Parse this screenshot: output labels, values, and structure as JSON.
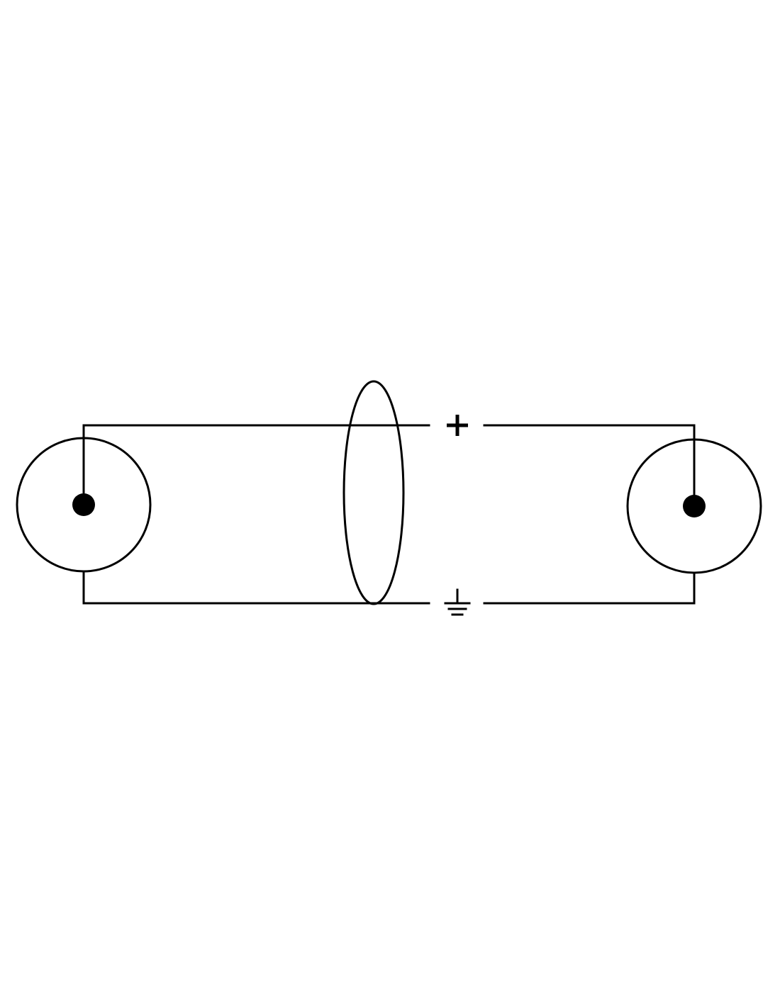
{
  "diagram": {
    "type": "coaxial-cable-wiring",
    "connectors": [
      {
        "id": "left",
        "icon": "coaxial-connector-icon"
      },
      {
        "id": "right",
        "icon": "coaxial-connector-icon"
      }
    ],
    "conductors": [
      {
        "id": "signal",
        "symbol": "plus-symbol"
      },
      {
        "id": "ground",
        "symbol": "ground-symbol"
      }
    ],
    "shield": {
      "icon": "cable-shield-ellipse"
    },
    "colors": {
      "line": "#000000",
      "background": "#ffffff"
    }
  }
}
